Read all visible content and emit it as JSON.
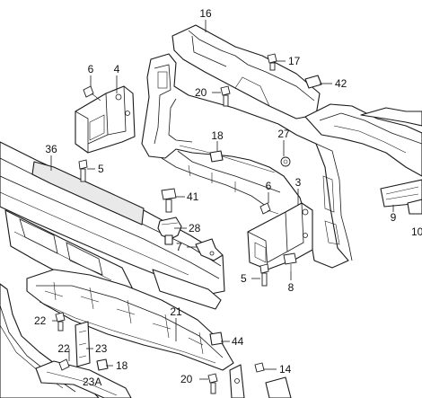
{
  "callouts": {
    "c16": "16",
    "c17": "17",
    "c6a": "6",
    "c4": "4",
    "c42": "42",
    "c20a": "20",
    "c36": "36",
    "c5a": "5",
    "c18a": "18",
    "c27": "27",
    "c3": "3",
    "c6b": "6",
    "c41": "41",
    "c28": "28",
    "c9": "9",
    "c10": "10",
    "c7": "7",
    "c5b": "5",
    "c8": "8",
    "c21": "21",
    "c22a": "22",
    "c44": "44",
    "c22b": "22",
    "c23": "23",
    "c18b": "18",
    "c14": "14",
    "c23A": "23A",
    "c20b": "20"
  }
}
